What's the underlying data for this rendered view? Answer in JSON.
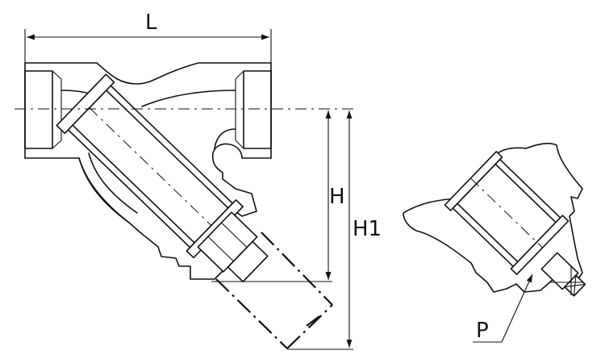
{
  "dimensions": {
    "length_label": "L",
    "height_label": "H",
    "total_height_label": "H1",
    "port_label": "P"
  }
}
